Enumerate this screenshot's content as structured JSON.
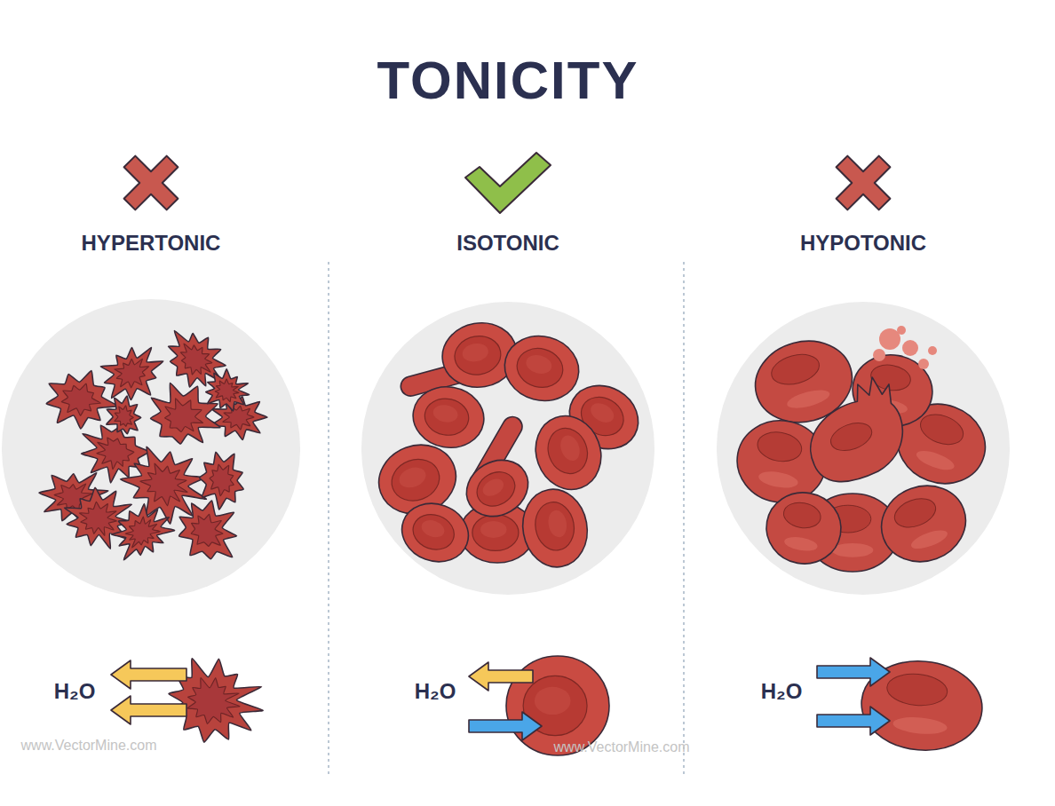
{
  "diagram": {
    "title": "TONICITY",
    "labels": [
      "HYPERTONIC",
      "ISOTONIC",
      "HYPOTONIC",
      "H₂O",
      "H₂O",
      "H₂O",
      "www.VectorMine.com",
      "www.VectorMine.com"
    ]
  }
}
